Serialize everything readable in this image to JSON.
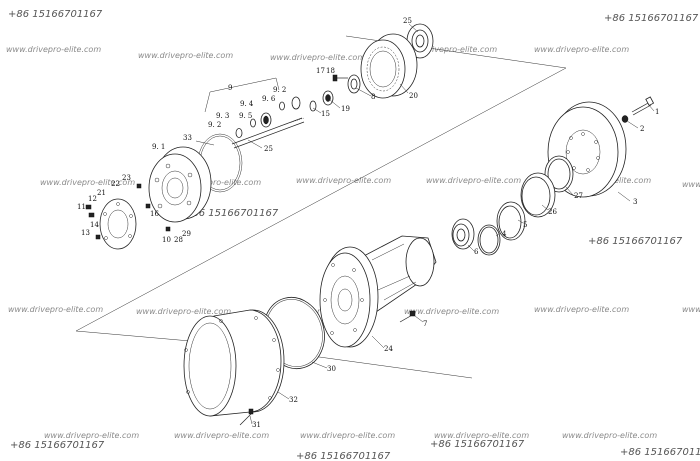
{
  "watermarks": {
    "phone": "+86 15166701167",
    "url": "www.drivepro-elite.com"
  },
  "labels": {
    "p1": "1",
    "p2": "2",
    "p3": "3",
    "p4": "4",
    "p5": "5",
    "p6": "6",
    "p7": "7",
    "p8": "8",
    "p9": "9",
    "p9_1": "9. 1",
    "p9_2a": "9. 2",
    "p9_2b": "9. 2",
    "p9_3": "9. 3",
    "p9_4": "9. 4",
    "p9_5": "9. 5",
    "p9_6": "9. 6",
    "p10": "10",
    "p11": "11",
    "p12": "12",
    "p13": "13",
    "p14": "14",
    "p15": "15",
    "p16": "16",
    "p17": "17",
    "p18": "18",
    "p19": "19",
    "p20": "20",
    "p21": "21",
    "p22": "22",
    "p23": "23",
    "p24": "24",
    "p25a": "25",
    "p25b": "25",
    "p26": "26",
    "p27": "27",
    "p28": "28",
    "p29": "29",
    "p30": "30",
    "p31": "31",
    "p32": "32",
    "p33": "33"
  }
}
